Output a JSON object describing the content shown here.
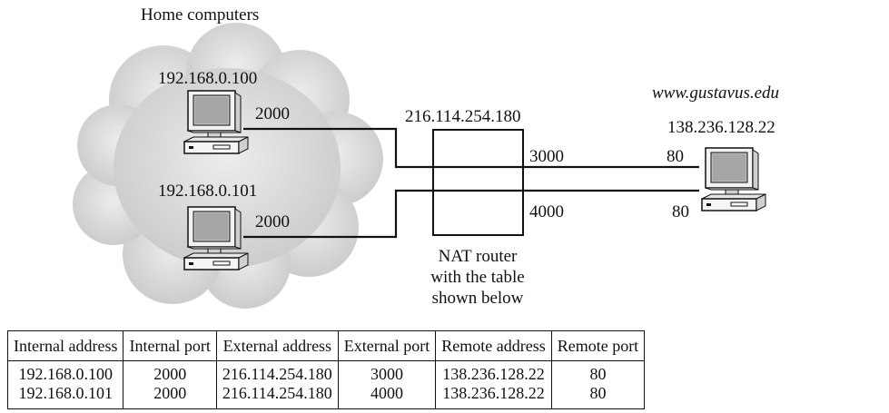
{
  "cloud_label": "Home computers",
  "hosts": [
    {
      "ip": "192.168.0.100",
      "port": "2000"
    },
    {
      "ip": "192.168.0.101",
      "port": "2000"
    }
  ],
  "router": {
    "external_ip": "216.114.254.180",
    "ports": [
      "3000",
      "4000"
    ],
    "caption": [
      "NAT router",
      "with the table",
      "shown below"
    ]
  },
  "remote": {
    "hostname": "www.gustavus.edu",
    "ip": "138.236.128.22",
    "ports": [
      "80",
      "80"
    ]
  },
  "table": {
    "headers": [
      "Internal address",
      "Internal port",
      "External address",
      "External port",
      "Remote address",
      "Remote port"
    ],
    "rows": [
      [
        "192.168.0.100",
        "2000",
        "216.114.254.180",
        "3000",
        "138.236.128.22",
        "80"
      ],
      [
        "192.168.0.101",
        "2000",
        "216.114.254.180",
        "4000",
        "138.236.128.22",
        "80"
      ]
    ]
  },
  "colors": {
    "cloud_fill": "#d9d9d9",
    "line": "#111111"
  }
}
